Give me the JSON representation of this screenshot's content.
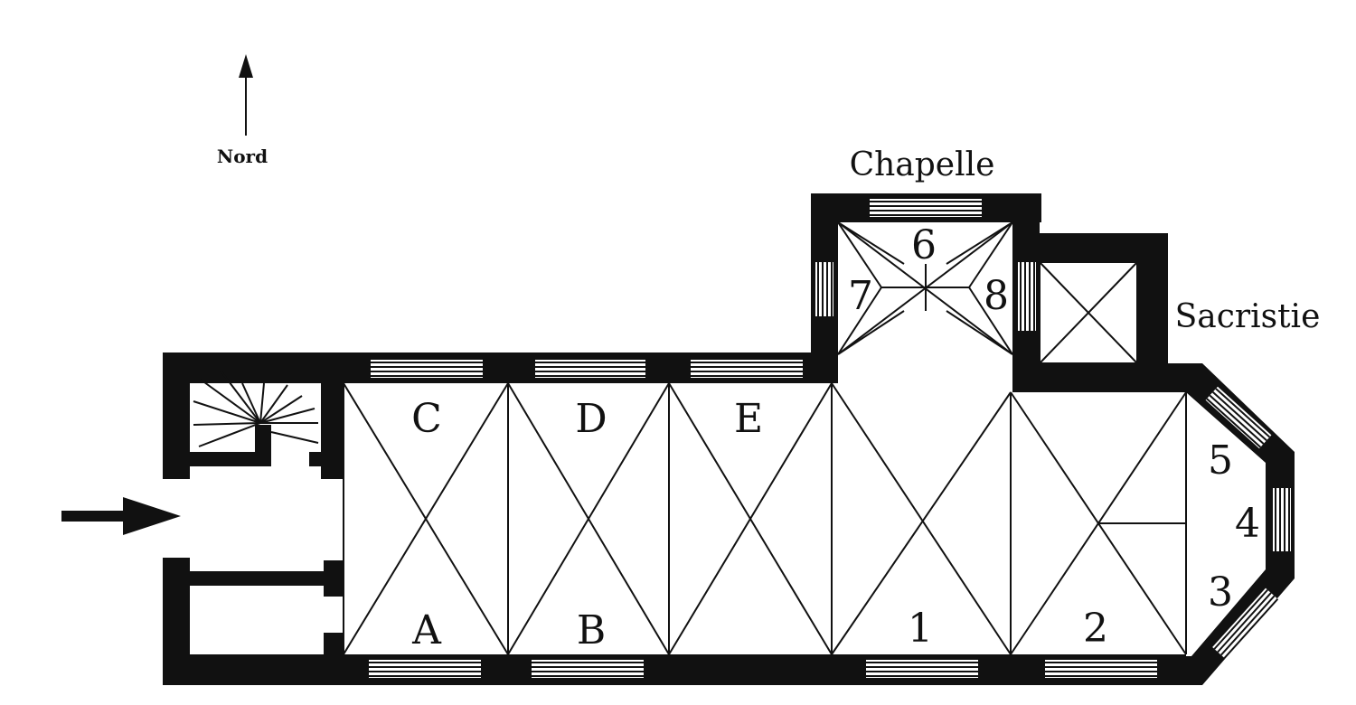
{
  "compass": {
    "label": "Nord"
  },
  "rooms": {
    "chapel": "Chapelle",
    "sacristy": "Sacristie"
  },
  "bays": {
    "A": "A",
    "B": "B",
    "C": "C",
    "D": "D",
    "E": "E",
    "n1": "1",
    "n2": "2",
    "n3": "3",
    "n4": "4",
    "n5": "5",
    "n6": "6",
    "n7": "7",
    "n8": "8"
  },
  "colors": {
    "ink": "#111111",
    "paper": "#ffffff"
  }
}
